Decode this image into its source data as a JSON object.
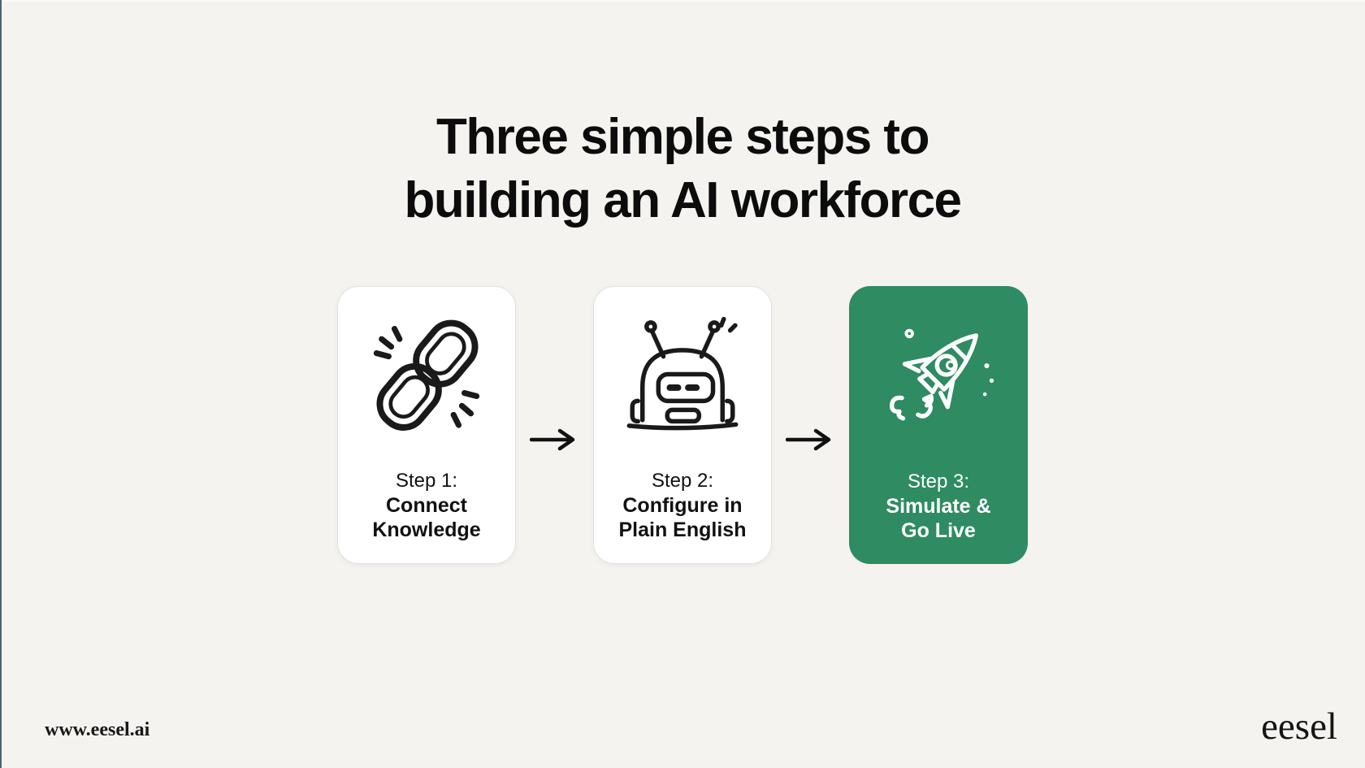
{
  "page": {
    "title_line1": "Three simple steps to",
    "title_line2": "building an AI workforce"
  },
  "steps": [
    {
      "label": "Step 1:",
      "title_line1": "Connect",
      "title_line2": "Knowledge",
      "icon": "chain-link-icon",
      "card_style": "white"
    },
    {
      "label": "Step 2:",
      "title_line1": "Configure in",
      "title_line2": "Plain English",
      "icon": "robot-icon",
      "card_style": "white"
    },
    {
      "label": "Step 3:",
      "title_line1": "Simulate &",
      "title_line2": "Go Live",
      "icon": "rocket-icon",
      "card_style": "green"
    }
  ],
  "footer": {
    "website_url": "www.eesel.ai",
    "brand_name": "eesel"
  },
  "colors": {
    "background": "#F5F3F0",
    "accent_green": "#2E8B62",
    "text_dark": "#111111",
    "card_white": "#FFFFFF",
    "left_edge_strip": "#4A6470"
  }
}
